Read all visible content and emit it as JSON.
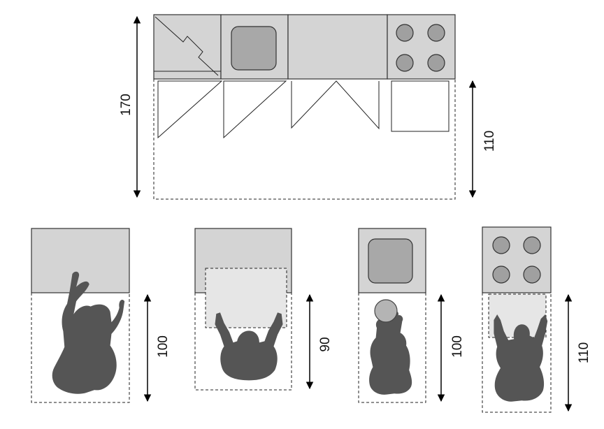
{
  "dimensions": {
    "kitchen_depth": "170",
    "door_clearance": "110",
    "work_counter": "100",
    "work_cabinet": "90",
    "work_sink": "100",
    "work_hob": "110"
  },
  "colors": {
    "counter_fill": "#d4d4d4",
    "person_fill": "#555555",
    "outline": "#333333"
  },
  "icons": [
    "person-icon",
    "burner-icon",
    "sink-icon",
    "plate-icon",
    "arrow-icon"
  ]
}
